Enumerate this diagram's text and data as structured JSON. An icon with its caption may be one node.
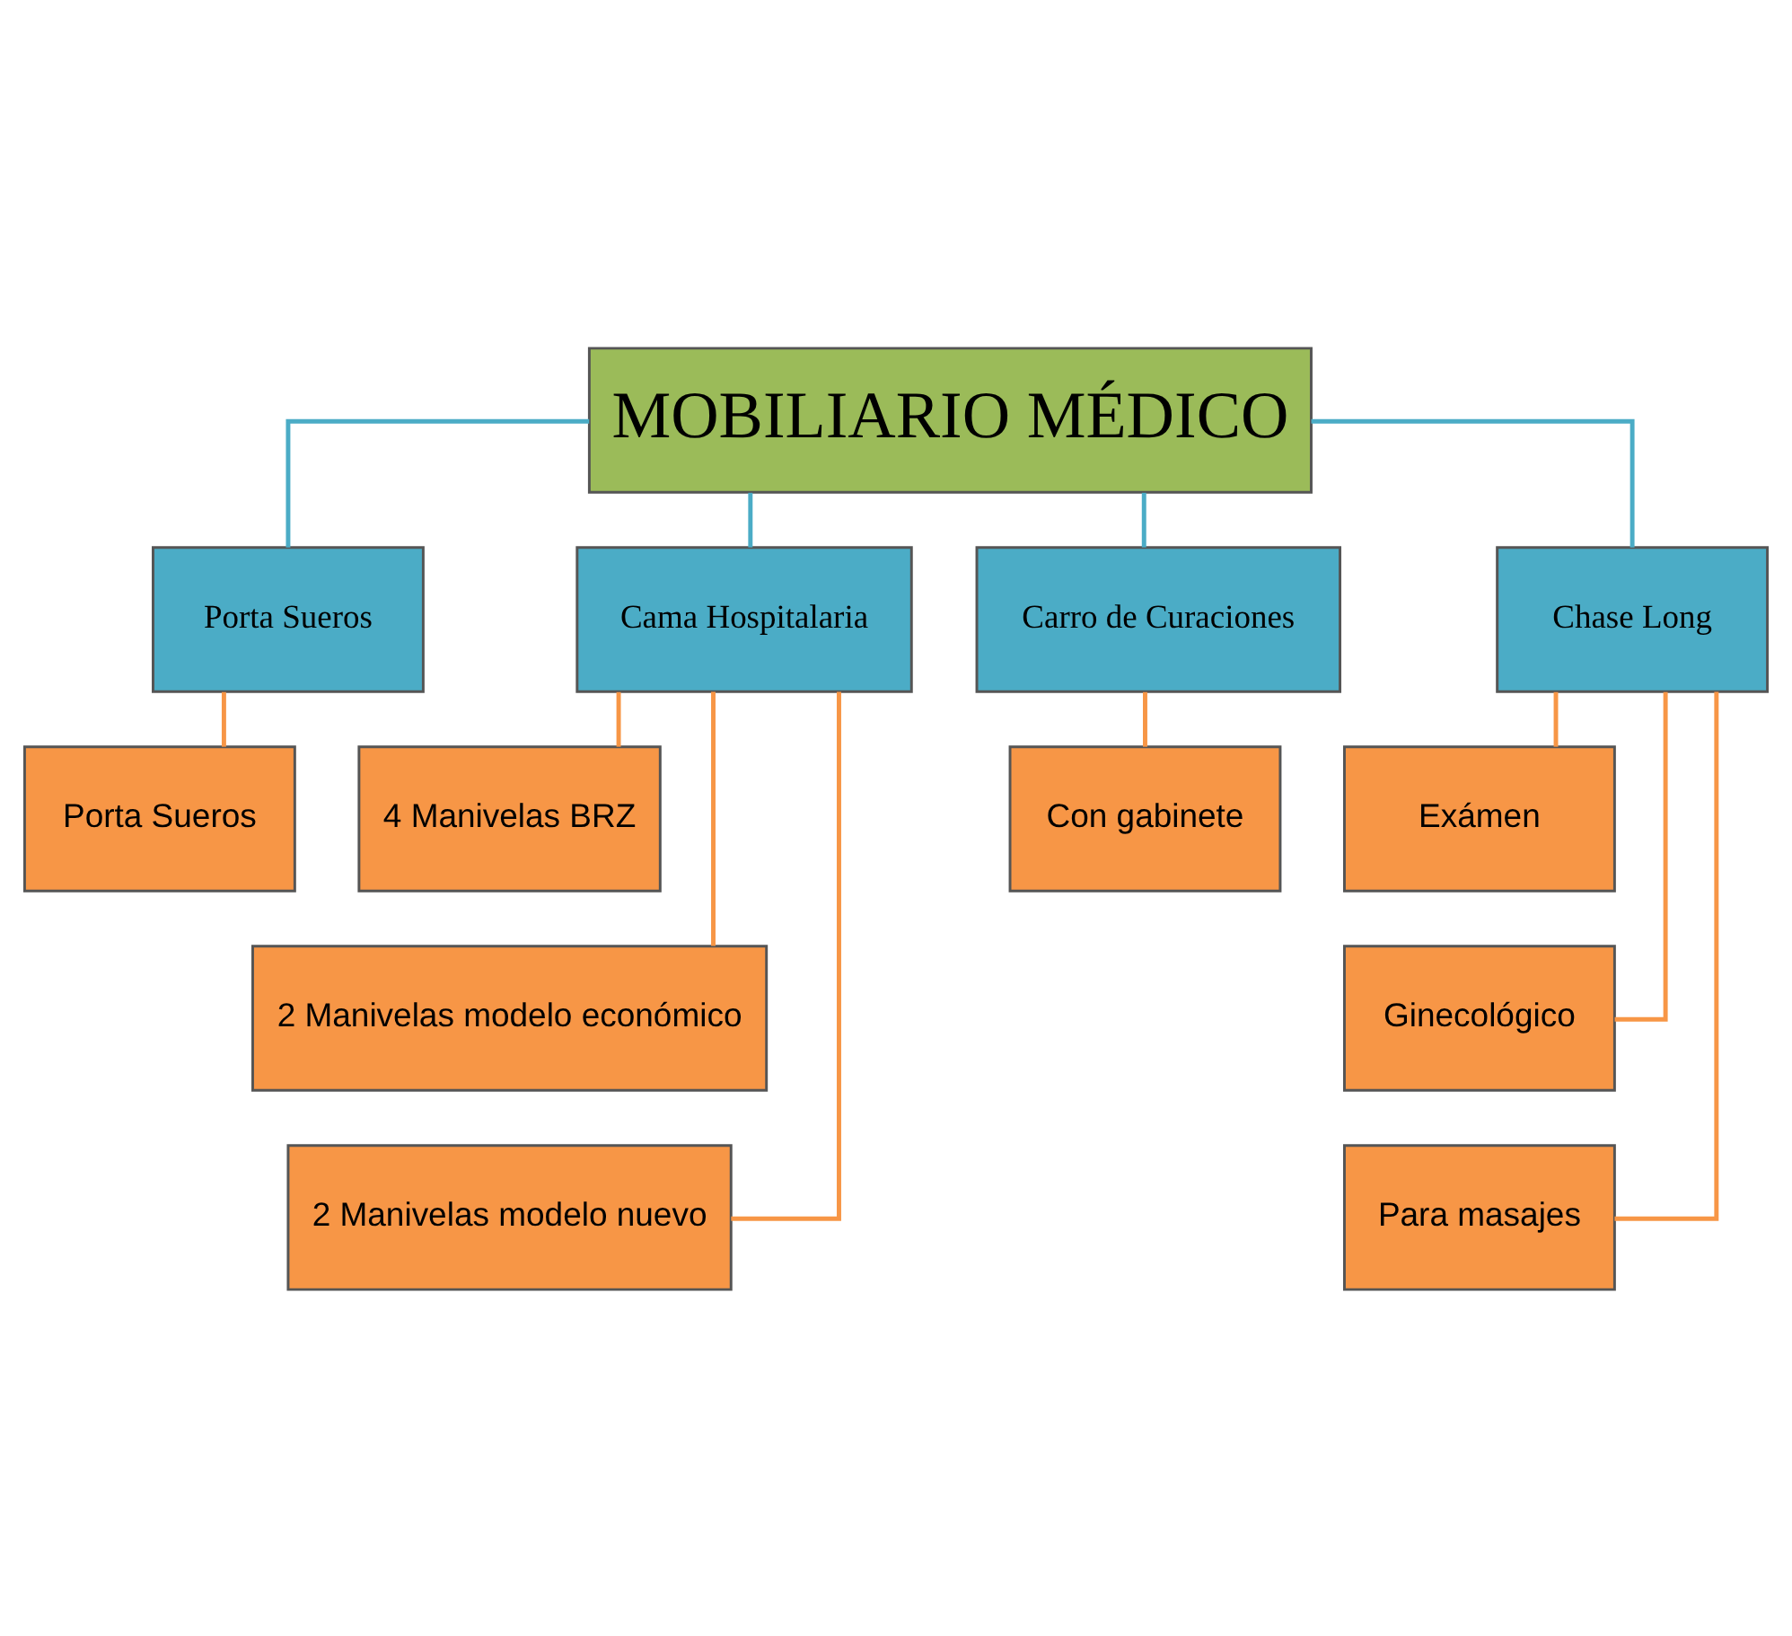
{
  "diagram": {
    "nodes": [
      {
        "text": [
          "MOBILIARIO MÉDICO"
        ]
      },
      {
        "text": [
          "Porta Sueros"
        ]
      },
      {
        "text": [
          "Cama Hospitalaria"
        ]
      },
      {
        "text": [
          "Carro de Curaciones"
        ]
      },
      {
        "text": [
          "Chase Long"
        ]
      },
      {
        "text": [
          "Porta Sueros"
        ]
      },
      {
        "text": [
          "4 Manivelas BRZ"
        ]
      },
      {
        "text": [
          "2 Manivelas modelo económico"
        ]
      },
      {
        "text": [
          "2 Manivelas modelo nuevo"
        ]
      },
      {
        "text": [
          "Con gabinete"
        ]
      },
      {
        "text": [
          "Exámen"
        ]
      },
      {
        "text": [
          "Ginecológico"
        ]
      },
      {
        "text": [
          "Para masajes"
        ]
      }
    ],
    "edges": [
      {
        "from": 0,
        "to": 1,
        "arrow": "none",
        "color": "#4bacc6"
      },
      {
        "from": 0,
        "to": 2,
        "arrow": "none",
        "color": "#4bacc6"
      },
      {
        "from": 0,
        "to": 3,
        "arrow": "none",
        "color": "#4bacc6"
      },
      {
        "from": 0,
        "to": 4,
        "arrow": "none",
        "color": "#4bacc6"
      },
      {
        "from": 1,
        "to": 5,
        "arrow": "none"
      },
      {
        "from": 2,
        "to": 6,
        "arrow": "none"
      },
      {
        "from": 2,
        "to": 7,
        "arrow": "none"
      },
      {
        "from": 2,
        "to": 8,
        "arrow": "none"
      },
      {
        "from": 3,
        "to": 9,
        "arrow": "none"
      },
      {
        "from": 4,
        "to": 10,
        "arrow": "none"
      },
      {
        "from": 4,
        "to": 11,
        "arrow": "none"
      },
      {
        "from": 4,
        "to": 12,
        "arrow": "none"
      }
    ]
  }
}
